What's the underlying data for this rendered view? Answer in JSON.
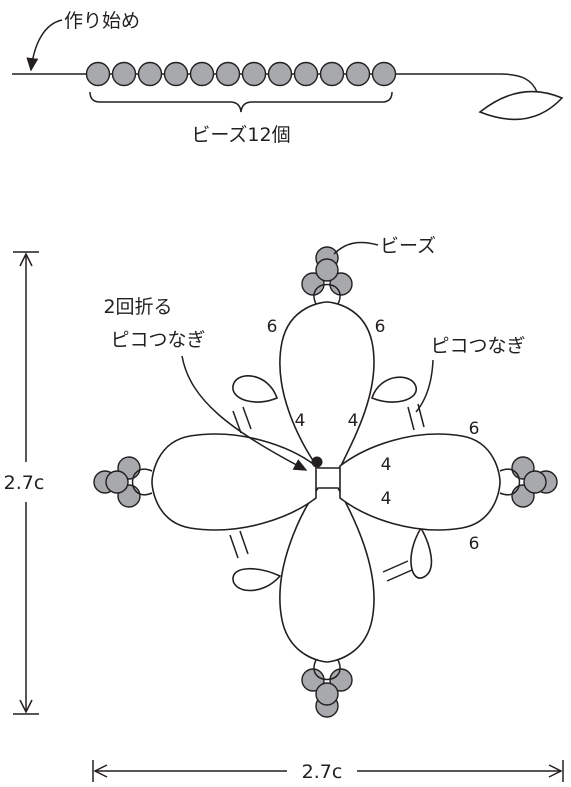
{
  "labels": {
    "start": "作り始め",
    "beads12": "ビーズ12個",
    "beads": "ビーズ",
    "fold_line1": "2回折る",
    "fold_line2": "ピコつなぎ",
    "picot_join": "ピコつなぎ",
    "n6a": "6",
    "n6b": "6",
    "n6c": "6",
    "n6d": "6",
    "n4a": "4",
    "n4b": "4",
    "n4c": "4",
    "n4d": "4",
    "height": "2.7c",
    "width": "2.7c"
  },
  "colors": {
    "line": "#231f20",
    "bead": "#a7a9ac"
  }
}
